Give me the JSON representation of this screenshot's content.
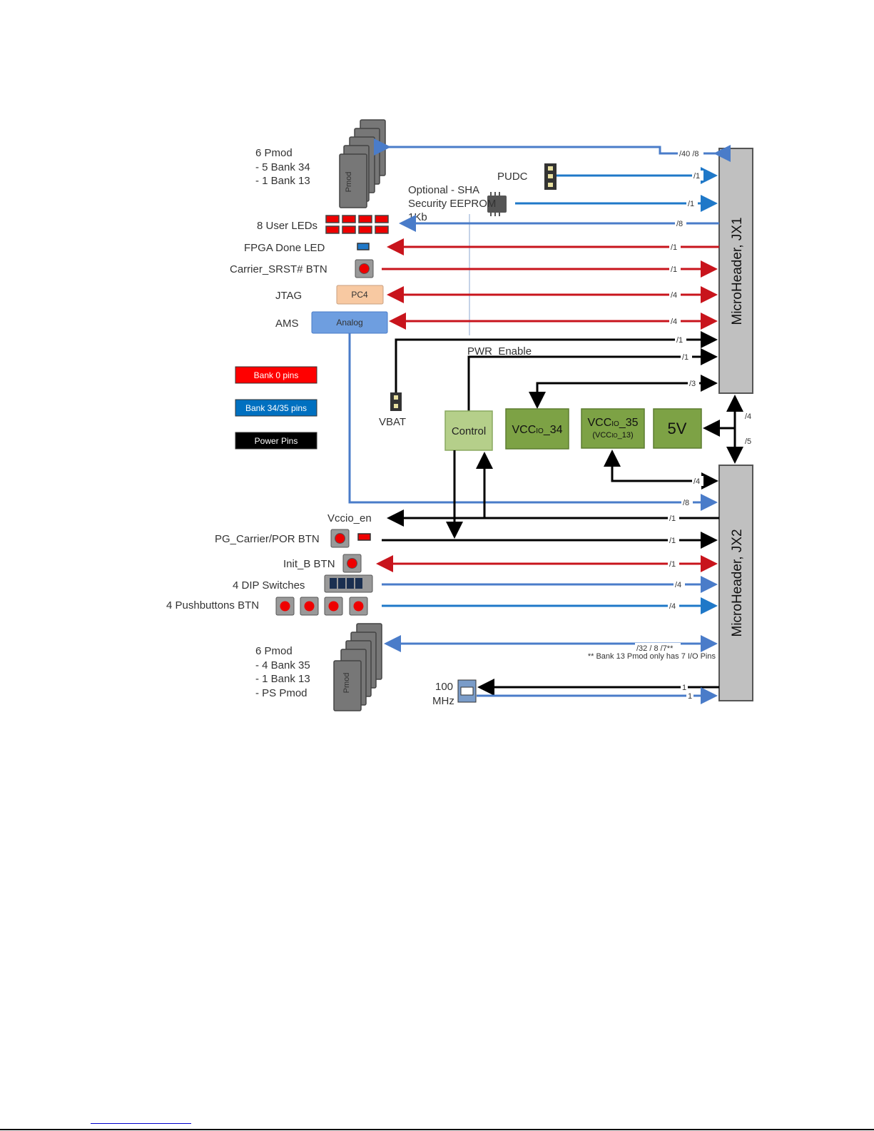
{
  "colors": {
    "bank0": "#ff0000",
    "bank34_35": "#0070c0",
    "power": "#000000",
    "header": "#c0c0c0",
    "green": "#7da245"
  },
  "headers": {
    "jx1": "MicroHeader, JX1",
    "jx2": "MicroHeader, JX2"
  },
  "top_pmod": {
    "title": "6 Pmod",
    "line1": "- 5 Bank 34",
    "line2": "- 1 Bank 13",
    "chip": "Pmod",
    "bus": "/40 /8"
  },
  "pudc": {
    "label": "PUDC",
    "bus": "/1"
  },
  "eeprom": {
    "line1": "Optional - SHA",
    "line2": "Security EEPROM",
    "line3": "1Kb",
    "bus": "/1"
  },
  "leds": {
    "label": "8 User LEDs",
    "bus": "/8"
  },
  "done": {
    "label": "FPGA Done LED",
    "bus": "/1"
  },
  "srst": {
    "label": "Carrier_SRST# BTN",
    "bus": "/1"
  },
  "jtag": {
    "label": "JTAG",
    "box": "PC4",
    "bus": "/4"
  },
  "ams": {
    "label": "AMS",
    "box": "Analog",
    "bus": "/4"
  },
  "vbat": {
    "label": "VBAT",
    "bus": "/1"
  },
  "pwr": {
    "label": "PWR_Enable",
    "bus": "/1"
  },
  "vcc34": {
    "main": "VCC",
    "sub": "IO",
    "tail": "_34",
    "bus": "/3"
  },
  "vcc35": {
    "main": "VCC",
    "sub": "IO",
    "tail": "_35",
    "alt_open": "(VCC",
    "alt_sub": "IO",
    "alt_tail": "_13)",
    "bus": "/4"
  },
  "v5": {
    "label": "5V",
    "bus_up": "/4",
    "bus_down": "/5"
  },
  "control": {
    "label": "Control"
  },
  "analog_bus": "/8",
  "vccio_en": {
    "label": "Vccio_en",
    "bus": "/1"
  },
  "pg": {
    "label": "PG_Carrier/POR BTN",
    "bus": "/1"
  },
  "initb": {
    "label": "Init_B BTN",
    "bus": "/1"
  },
  "dip": {
    "label": "4 DIP Switches",
    "bus": "/4"
  },
  "pushbuttons": {
    "label": "4 Pushbuttons BTN",
    "bus": "/4"
  },
  "bottom_pmod": {
    "title": "6 Pmod",
    "line1": "- 4 Bank 35",
    "line2": "- 1 Bank 13",
    "line3": "- PS Pmod",
    "chip": "Pmod",
    "bus": "/32 / 8 /7**",
    "note": "** Bank 13 Pmod only has 7 I/O Pins"
  },
  "clock": {
    "line1": "100",
    "line2": "MHz",
    "bus_in": "1",
    "bus_out": "1"
  },
  "legend": [
    {
      "label": "Bank 0 pins"
    },
    {
      "label": "Bank 34/35 pins"
    },
    {
      "label": "Power Pins"
    }
  ]
}
